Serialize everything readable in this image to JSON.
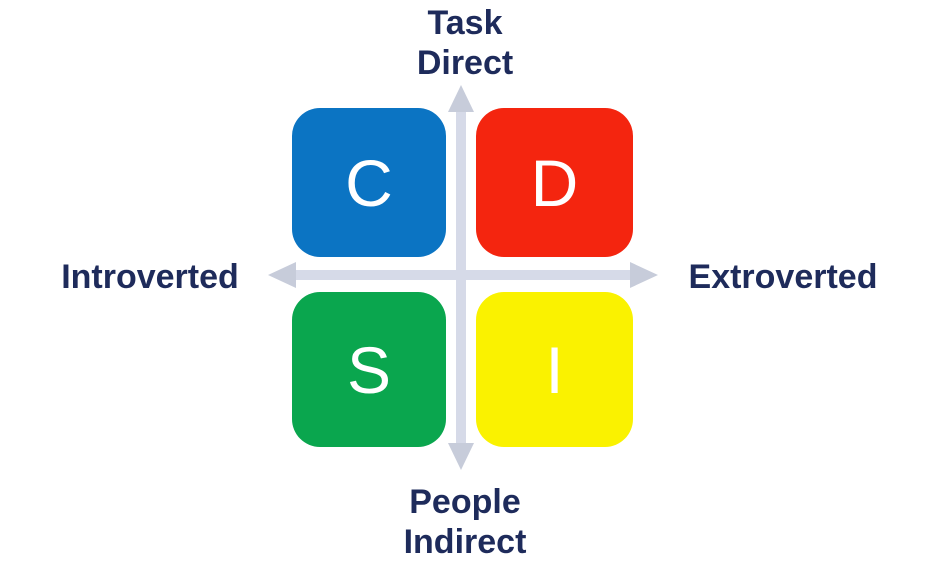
{
  "axis_labels": {
    "top_line1": "Task",
    "top_line2": "Direct",
    "bottom_line1": "People",
    "bottom_line2": "Indirect",
    "left": "Introverted",
    "right": "Extroverted"
  },
  "quadrants": [
    {
      "letter": "C",
      "position": "top-left",
      "color": "#0B74C3"
    },
    {
      "letter": "D",
      "position": "top-right",
      "color": "#F4250F"
    },
    {
      "letter": "S",
      "position": "bottom-left",
      "color": "#0AA64E"
    },
    {
      "letter": "I",
      "position": "bottom-right",
      "color": "#FAF200"
    }
  ],
  "colors": {
    "background": "#FFFFFF",
    "label_text": "#1E2B5B",
    "quadrant_letter": "#FFFFFF",
    "arrow_shaft": "#D6DAE8",
    "arrow_head": "#C7CCDA"
  }
}
